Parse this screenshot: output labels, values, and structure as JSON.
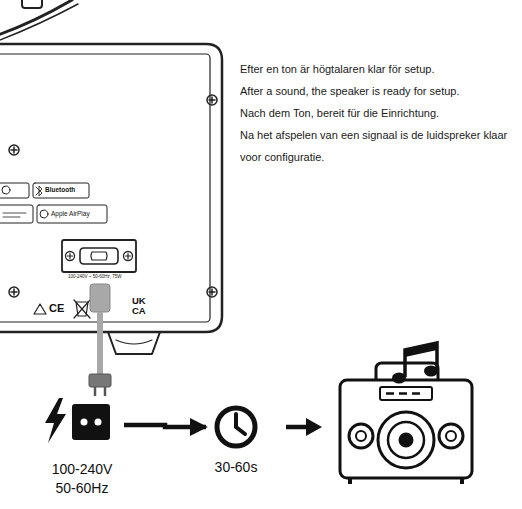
{
  "diagram": {
    "nodes": [
      {
        "text": [
          "100-240V 50-60Hz"
        ]
      },
      {
        "text": [
          "30-60s"
        ]
      }
    ],
    "edges": [
      {
        "from": 0,
        "to": 1,
        "arrow": "to"
      }
    ],
    "labels": [
      "Efter en ton är högtalaren klar för setup.",
      "After a sound, the speaker is ready for setup.",
      "Nach dem Ton, bereit für die Einrichtung.",
      "Na het afspelen van een signaal is de luidspreker klaar voor configuratie.",
      "Bluetooth",
      "Apple AirPlay",
      "100-240V ~ 50-60Hz, 75W",
      "CE",
      "UK",
      "CA"
    ]
  }
}
